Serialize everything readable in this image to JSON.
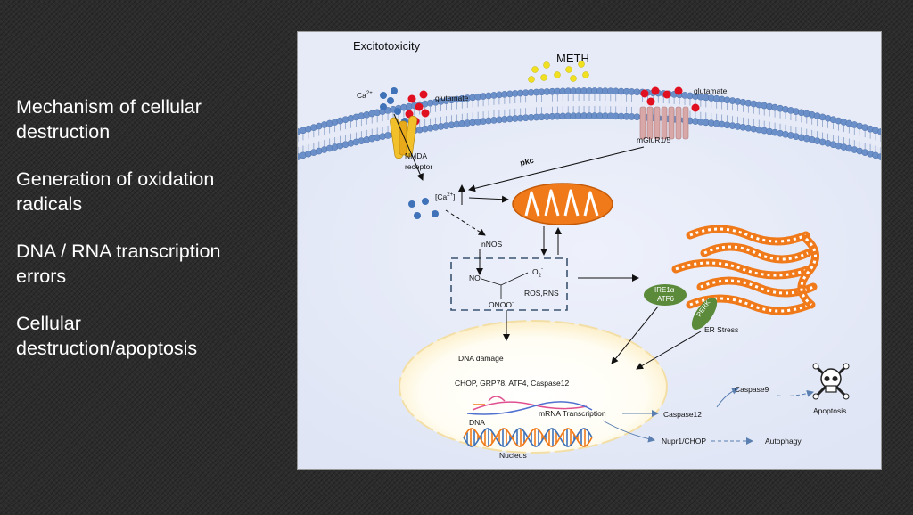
{
  "slide": {
    "bullets": [
      "Mechanism of cellular\ndestruction",
      "Generation of oxidation\nradicals",
      "DNA / RNA transcription\nerrors",
      "Cellular\ndestruction/apoptosis"
    ]
  },
  "diagram": {
    "title": "Excitotoxicity",
    "meth": "METH",
    "ca_label": "Ca",
    "ca_sup": "2+",
    "glutamate_left": "glutamate",
    "glutamate_right": "glutamate",
    "nmda_line1": "NMDA",
    "nmda_line2": "receptor",
    "mglur": "mGluR1/5",
    "pkc": "pkc",
    "ca_conc": "[Ca",
    "ca_conc_sup": "2+",
    "ca_conc_end": "]",
    "nnos": "nNOS",
    "no": "NO",
    "o2": "O",
    "o2_sub": "2",
    "o2_sup": "-",
    "ros": "ROS,RNS",
    "onoo": "ONOO",
    "onoo_sup": "-",
    "ire1": "IRE1α",
    "atf6": "ATF6",
    "perk": "PERK",
    "er_stress": "ER Stress",
    "dna_damage": "DNA damage",
    "genes": "CHOP,  GRP78,  ATF4,  Caspase12",
    "mrna": "mRNA Transcription",
    "dna": "DNA",
    "nucleus": "Nucleus",
    "caspase12": "Caspase12",
    "caspase9": "Caspase9",
    "apoptosis": "Apoptosis",
    "nupr1": "Nupr1/CHOP",
    "autophagy": "Autophagy"
  },
  "colors": {
    "panel_bg": "#e7ebf7",
    "membrane_head": "#6b8fc8",
    "glutamate": "#e01020",
    "meth": "#f0e020",
    "calcium": "#3f72b8",
    "mitochondria": "#f07a1a",
    "receptor_green": "#5a8a3a",
    "er": "#f07a1a",
    "arrow_blue": "#5a7fb0"
  }
}
